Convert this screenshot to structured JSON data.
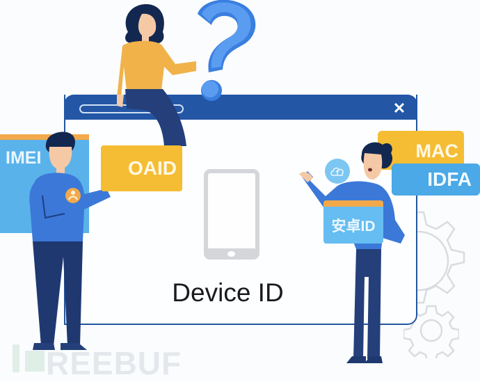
{
  "window": {
    "title_bar_color": "#2356a5",
    "close_icon": "close-icon",
    "close_glyph": "✕"
  },
  "main": {
    "device_title": "Device ID",
    "device_icon": "smartphone-icon"
  },
  "cards": {
    "imei": "IMEI",
    "oaid": "OAID",
    "mac": "MAC",
    "idfa": "IDFA",
    "android_id": "安卓ID"
  },
  "decorations": {
    "question_mark": "question-mark-icon",
    "cloud_icon": "cloud-upload-icon",
    "gear_icons": [
      "large-gear-icon",
      "small-gear-icon"
    ],
    "user_badge": "user-badge-icon"
  },
  "colors": {
    "primary_blue": "#2356a5",
    "accent_blue": "#3a7fe0",
    "card_yellow": "#f5bd33",
    "card_blue": "#4aa9e6",
    "card_orange_tab": "#f3a94a",
    "pants_navy": "#243f7a",
    "text_dark": "#1a1a1e"
  },
  "watermark": {
    "text": "REEBUF"
  }
}
